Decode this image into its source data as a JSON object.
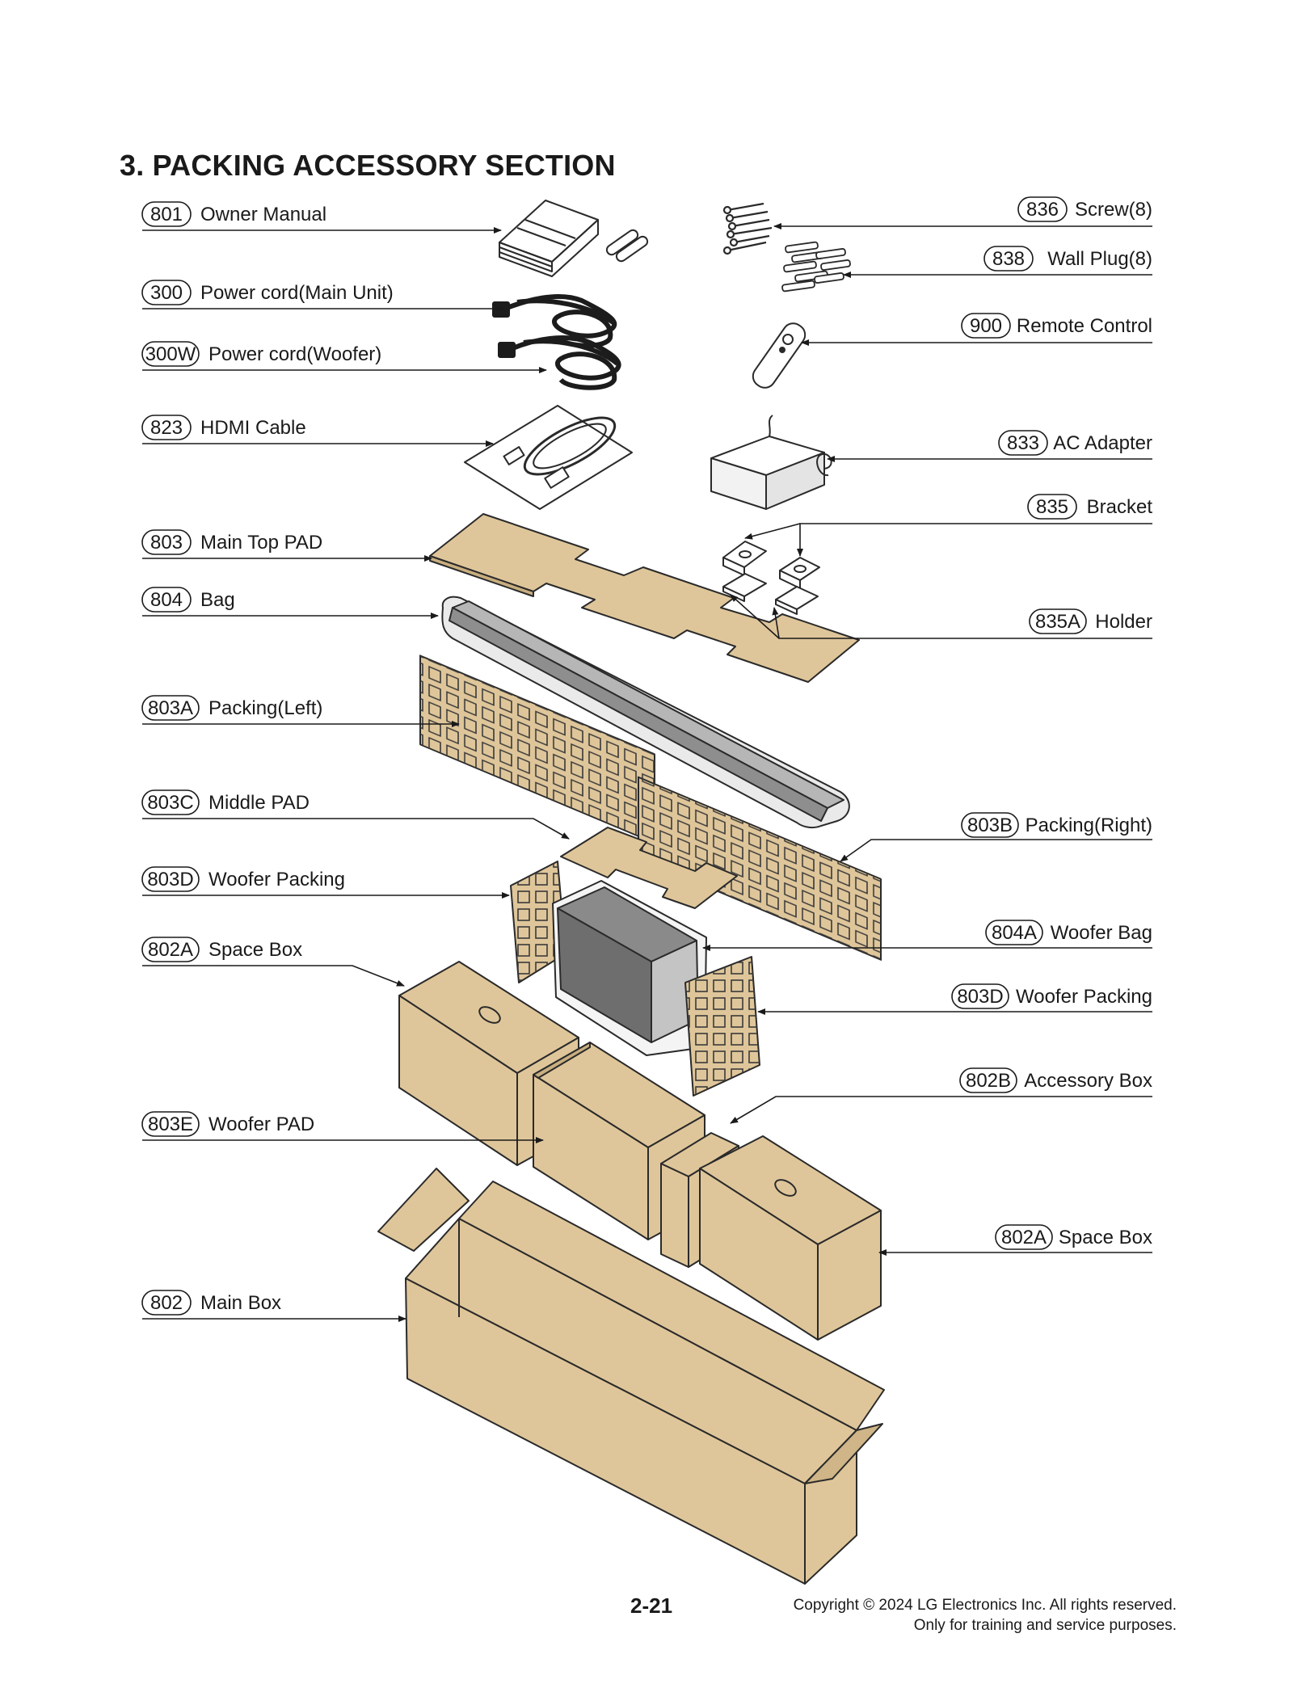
{
  "title": "3. PACKING ACCESSORY SECTION",
  "page_number": "2-21",
  "copyright": {
    "line1": "Copyright © 2024 LG Electronics Inc. All rights reserved.",
    "line2": "Only for training and service purposes."
  },
  "colors": {
    "cardboard": "#dfc69a",
    "cardboard_stroke": "#2a2a2a",
    "bar_gray": "#a8a8a8",
    "woofer_gray": "#6e6e6e",
    "line": "#1a1a1a"
  },
  "callouts_left": [
    {
      "code": "801",
      "label": "Owner Manual"
    },
    {
      "code": "300",
      "label": "Power cord(Main Unit)"
    },
    {
      "code": "300W",
      "label": "Power cord(Woofer)"
    },
    {
      "code": "823",
      "label": "HDMI Cable"
    },
    {
      "code": "803",
      "label": "Main Top PAD"
    },
    {
      "code": "804",
      "label": "Bag"
    },
    {
      "code": "803A",
      "label": "Packing(Left)"
    },
    {
      "code": "803C",
      "label": "Middle PAD"
    },
    {
      "code": "803D",
      "label": "Woofer Packing"
    },
    {
      "code": "802A",
      "label": "Space Box"
    },
    {
      "code": "803E",
      "label": "Woofer PAD"
    },
    {
      "code": "802",
      "label": "Main Box"
    }
  ],
  "callouts_right": [
    {
      "code": "836",
      "label": "Screw(8)"
    },
    {
      "code": "838",
      "label": "Wall Plug(8)"
    },
    {
      "code": "900",
      "label": "Remote Control"
    },
    {
      "code": "833",
      "label": "AC Adapter"
    },
    {
      "code": "835",
      "label": "Bracket"
    },
    {
      "code": "835A",
      "label": "Holder"
    },
    {
      "code": "803B",
      "label": "Packing(Right)"
    },
    {
      "code": "804A",
      "label": "Woofer Bag"
    },
    {
      "code": "803D",
      "label": "Woofer Packing"
    },
    {
      "code": "802B",
      "label": "Accessory Box"
    },
    {
      "code": "802A",
      "label": "Space Box"
    }
  ]
}
